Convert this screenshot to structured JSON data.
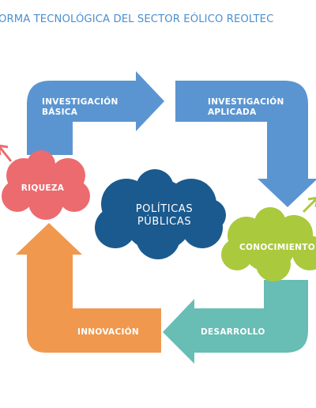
{
  "title": "ORMA TECNOLÓGICA DEL SECTOR EÓLICO REOLTEC",
  "stages": {
    "investigacion_basica": [
      "INVESTIGACIÓN",
      "BÁSICA"
    ],
    "investigacion_aplicada": [
      "INVESTIGACIÓN",
      "APLICADA"
    ],
    "desarrollo": "DESARROLLO",
    "innovacion": "INNOVACIÓN"
  },
  "clouds": {
    "riqueza": "RIQUEZA",
    "conocimiento": "CONOCIMIENTO",
    "center": [
      "POLÍTICAS",
      "PÚBLICAS"
    ]
  },
  "colors": {
    "title": "#4a8fcf",
    "blue_arrow": "#5b95d1",
    "teal_arrow": "#68bdb4",
    "orange_arrow": "#f0984e",
    "riqueza_cloud": "#eb6b6f",
    "conocimiento_cloud": "#aac93d",
    "center_cloud": "#1b5a8e"
  }
}
